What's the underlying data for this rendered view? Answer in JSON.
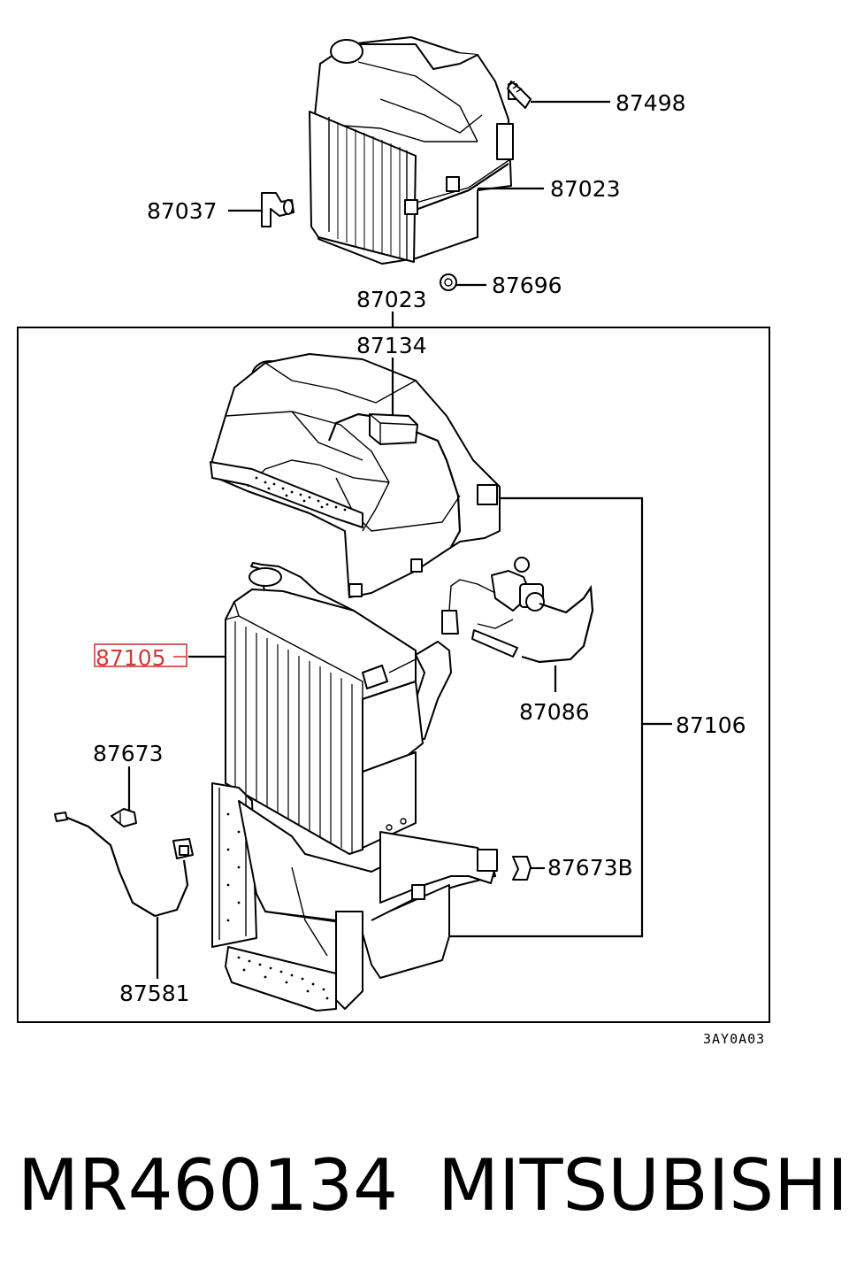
{
  "callouts": {
    "c87498": "87498",
    "c87023_top": "87023",
    "c87037": "87037",
    "c87696": "87696",
    "c87023_frame": "87023",
    "c87134": "87134",
    "c87105": "87105",
    "c87086": "87086",
    "c87106": "87106",
    "c87673": "87673",
    "c87673B": "87673B",
    "c87581": "87581"
  },
  "highlight": {
    "part": "87105",
    "color": "#cf3a3a"
  },
  "drawing_code": "3AY0A03",
  "caption": {
    "part_number": "MR460134",
    "brand": "MITSUBISHI"
  }
}
